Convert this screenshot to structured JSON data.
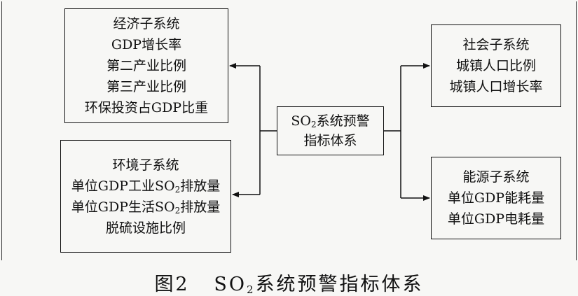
{
  "center": {
    "line1_pre": "SO",
    "line1_sub": "2",
    "line1_post": "系统预警",
    "line2": "指标体系"
  },
  "economy": {
    "lines": [
      "经济子系统",
      "GDP增长率",
      "第二产业比例",
      "第三产业比例",
      "环保投资占GDP比重"
    ]
  },
  "environment": {
    "title": "环境子系统",
    "line2_pre": "单位GDP工业SO",
    "line2_sub": "2",
    "line2_post": "排放量",
    "line3_pre": "单位GDP生活SO",
    "line3_sub": "2",
    "line3_post": "排放量",
    "line4": "脱硫设施比例"
  },
  "society": {
    "lines": [
      "社会子系统",
      "城镇人口比例",
      "城镇人口增长率"
    ]
  },
  "energy": {
    "lines": [
      "能源子系统",
      "单位GDP能耗量",
      "单位GDP电耗量"
    ]
  },
  "caption": {
    "label": "图2",
    "text_pre": "SO",
    "text_sub": "2",
    "text_post": "系统预警指标体系"
  }
}
